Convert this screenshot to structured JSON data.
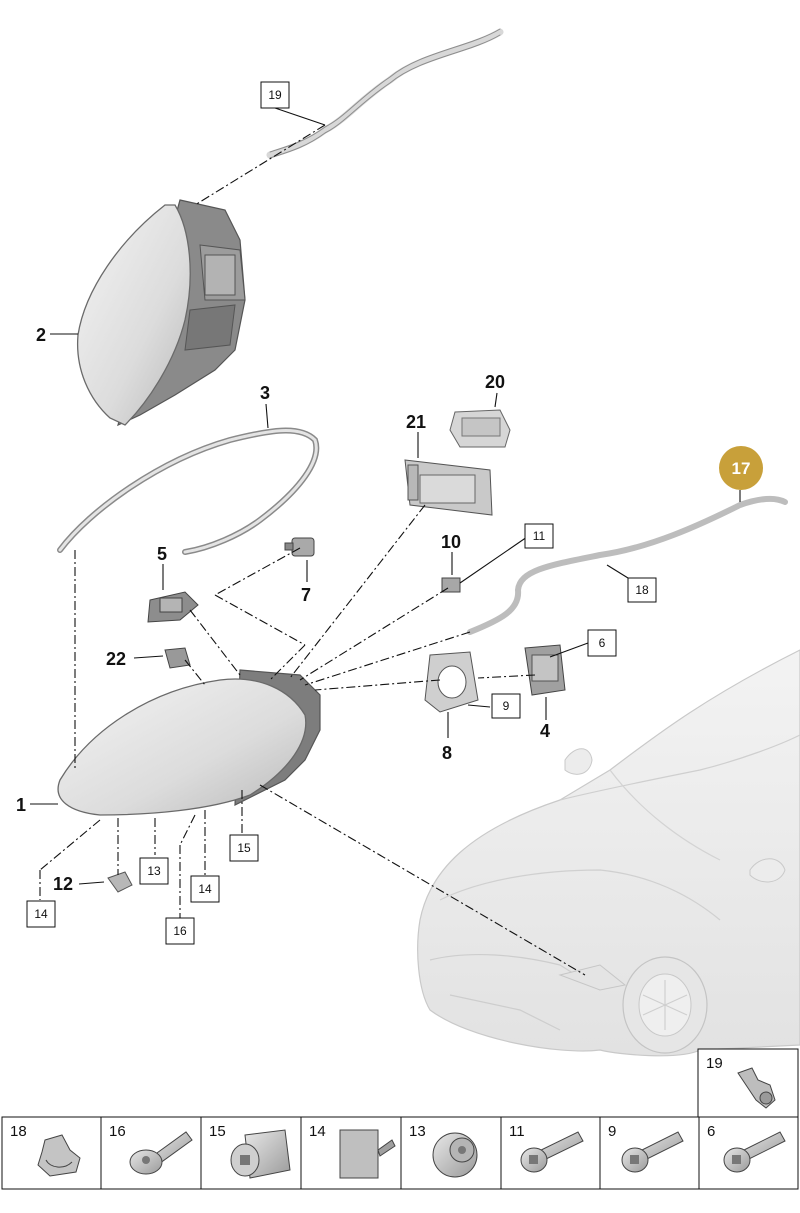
{
  "callouts": {
    "c1": "1",
    "c2": "2",
    "c3": "3",
    "c4": "4",
    "c5": "5",
    "c7": "7",
    "c8": "8",
    "c10": "10",
    "c12": "12",
    "c17": "17",
    "c20": "20",
    "c21": "21",
    "c22": "22"
  },
  "boxed_callouts": {
    "b19": "19",
    "b11": "11",
    "b18": "18",
    "b6": "6",
    "b9": "9",
    "b13": "13",
    "b14a": "14",
    "b14b": "14",
    "b15": "15",
    "b16": "16"
  },
  "highlight": {
    "color": "#c8a03a"
  },
  "thumbnails": [
    {
      "label": "18",
      "icon": "clip-icon"
    },
    {
      "label": "16",
      "icon": "screw-icon"
    },
    {
      "label": "15",
      "icon": "spacer-nut-icon"
    },
    {
      "label": "14",
      "icon": "plate-pin-icon"
    },
    {
      "label": "13",
      "icon": "grommet-icon"
    },
    {
      "label": "11",
      "icon": "bolt-icon"
    },
    {
      "label": "9",
      "icon": "bolt-icon"
    },
    {
      "label": "6",
      "icon": "bolt-icon"
    }
  ],
  "thumbnail_top": {
    "label": "19",
    "icon": "hose-clip-icon"
  }
}
